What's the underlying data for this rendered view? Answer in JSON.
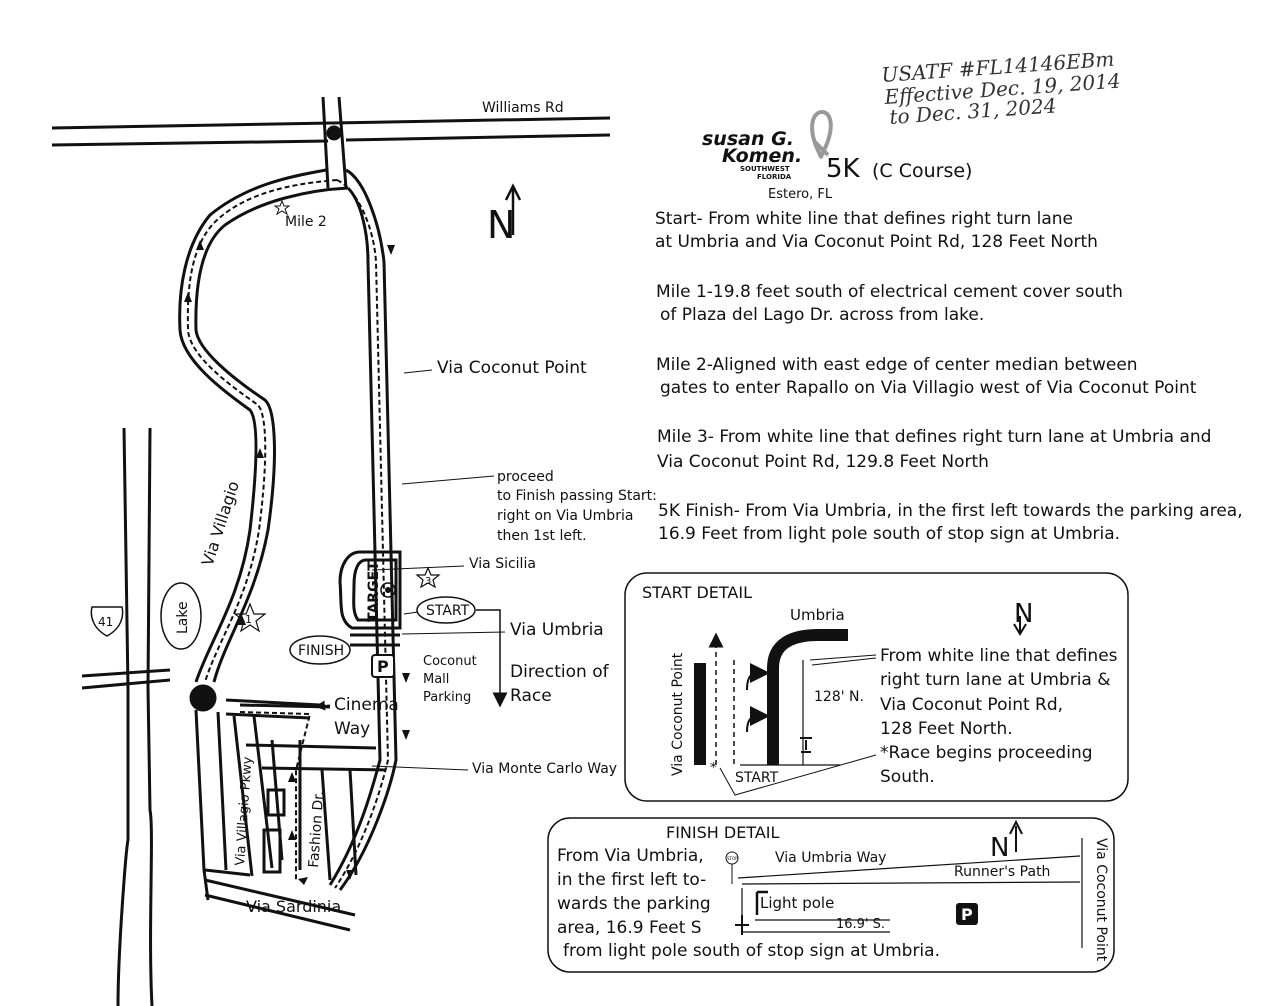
{
  "usatf": {
    "line1": "USATF #FL14146EBm",
    "line2": "Effective Dec. 19, 2014",
    "line3": "to Dec. 31, 2024"
  },
  "logo": {
    "line1": "susan G.",
    "line2": "Komen.",
    "line3": "SOUTHWEST",
    "line4": "FLORIDA"
  },
  "header": {
    "title": "5K",
    "subtitle": "(C Course)",
    "location": "Estero, FL"
  },
  "descriptions": {
    "start_1": "Start- From white line that defines right turn lane",
    "start_2": "at Umbria and Via Coconut Point Rd, 128 Feet North",
    "mile1_1": "Mile 1-19.8 feet south of electrical cement cover south",
    "mile1_2": "of Plaza del Lago Dr. across from lake.",
    "mile2_1": "Mile 2-Aligned with east edge of center median between",
    "mile2_2": "gates to enter Rapallo on Via Villagio west of Via Coconut Point",
    "mile3_1": "Mile 3- From white line that defines right turn lane at Umbria and",
    "mile3_2": "Via Coconut Point Rd, 129.8 Feet North",
    "finish_1": "5K Finish- From Via Umbria, in the first left towards the parking area,",
    "finish_2": "16.9 Feet from light pole south of stop sign at Umbria."
  },
  "map": {
    "north": "N",
    "williams_rd": "Williams Rd",
    "mile2": "Mile 2",
    "via_coconut_point": "Via Coconut Point",
    "via_villagio": "Via Villagio",
    "lake": "Lake",
    "us41": "41",
    "mile1": "1",
    "mile3": "3",
    "proceed_1": "proceed",
    "proceed_2": "to Finish passing Start:",
    "proceed_3": "right on Via Umbria",
    "proceed_4": "then 1st left.",
    "via_sicilia": "Via Sicilia",
    "target": "TARGET",
    "start": "START",
    "finish": "FINISH",
    "via_umbria": "Via Umbria",
    "parking": "P",
    "coconut_mall_1": "Coconut",
    "coconut_mall_2": "Mall",
    "coconut_mall_3": "Parking",
    "direction_1": "Direction of",
    "direction_2": "Race",
    "cinema_1": "Cinema",
    "cinema_2": "Way",
    "via_monte_carlo": "Via Monte Carlo Way",
    "via_villagio_pkwy": "Via Villagio Pkwy",
    "fashion_dr": "Fashion Dr.",
    "via_sardinia": "Via Sardinia"
  },
  "start_detail": {
    "title": "START DETAIL",
    "umbria": "Umbria",
    "north": "N",
    "via_coconut_point": "Via Coconut Point",
    "distance": "128' N.",
    "start": "START",
    "desc_1": "From white line that defines",
    "desc_2": "right turn lane at Umbria &",
    "desc_3": "Via Coconut Point Rd,",
    "desc_4": "128 Feet North.",
    "desc_5": "*Race begins proceeding",
    "desc_6": "South."
  },
  "finish_detail": {
    "title": "FINISH DETAIL",
    "desc_1": "From Via Umbria,",
    "desc_2": "in the first left to-",
    "desc_3": "wards the parking",
    "desc_4": "area, 16.9 Feet S",
    "desc_5": "from light pole south of stop sign at Umbria.",
    "stop": "STOP",
    "via_umbria_way": "Via Umbria Way",
    "north": "N",
    "runners_path": "Runner's Path",
    "light_pole": "Light pole",
    "distance": "16.9' S.",
    "parking": "P",
    "via_coconut_point": "Via Coconut Point"
  }
}
